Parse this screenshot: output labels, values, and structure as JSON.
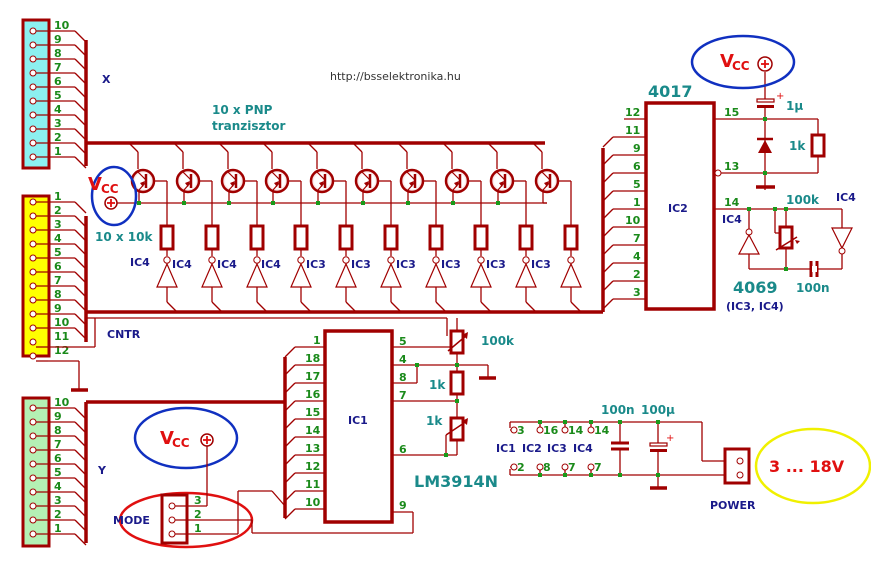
{
  "header": {
    "url": "http://bsselektronika.hu"
  },
  "connectors": {
    "x": {
      "label": "X",
      "color": "#8cf0f0",
      "pins": [
        "10",
        "9",
        "8",
        "7",
        "6",
        "5",
        "4",
        "3",
        "2",
        "1"
      ]
    },
    "cntr": {
      "label": "CNTR",
      "color": "#ffff00",
      "pins": [
        "1",
        "2",
        "3",
        "4",
        "5",
        "6",
        "7",
        "8",
        "9",
        "10",
        "11",
        "12"
      ]
    },
    "y": {
      "label": "Y",
      "color": "#b4f0b4",
      "pins": [
        "10",
        "9",
        "8",
        "7",
        "6",
        "5",
        "4",
        "3",
        "2",
        "1"
      ]
    },
    "mode": {
      "label": "MODE",
      "pins": [
        "3",
        "2",
        "1"
      ]
    },
    "power": {
      "label": "POWER"
    }
  },
  "transistor_array": {
    "label_line1": "10 x PNP",
    "label_line2": "tranzisztor",
    "resistor_label": "10 x 10k",
    "inverter_labels": [
      "IC4",
      "IC4",
      "IC4",
      "IC4",
      "IC3",
      "IC3",
      "IC3",
      "IC3",
      "IC3",
      "IC3"
    ]
  },
  "vcc": {
    "label": "V",
    "sub": "CC"
  },
  "ic2": {
    "part": "4017",
    "name": "IC2",
    "left_pins": [
      "12",
      "11",
      "9",
      "6",
      "5",
      "1",
      "10",
      "7",
      "4",
      "2",
      "3"
    ],
    "right_pins": [
      "15",
      "13",
      "14"
    ],
    "cap_label": "1µ",
    "res_label": "1k",
    "pot_label": "100k",
    "cap2_label": "100n",
    "inv_label_a": "IC4",
    "inv_label_b": "IC4",
    "osc_part": "4069",
    "osc_part_note": "(IC3, IC4)"
  },
  "ic1": {
    "part": "LM3914N",
    "name": "IC1",
    "left_pins": [
      "1",
      "18",
      "17",
      "16",
      "15",
      "14",
      "13",
      "12",
      "11",
      "10"
    ],
    "right_pins": [
      "5",
      "4",
      "8",
      "7",
      "6",
      "9"
    ],
    "pot1_label": "100k",
    "res_label": "1k",
    "pot2_label": "1k"
  },
  "power_section": {
    "ics": [
      "IC1",
      "IC2",
      "IC3",
      "IC4"
    ],
    "vcc_pins": [
      "3",
      "16",
      "14",
      "14"
    ],
    "gnd_pins": [
      "2",
      "8",
      "7",
      "7"
    ],
    "cap1_label": "100n",
    "cap2_label": "100µ",
    "voltage": "3 ... 18V"
  }
}
